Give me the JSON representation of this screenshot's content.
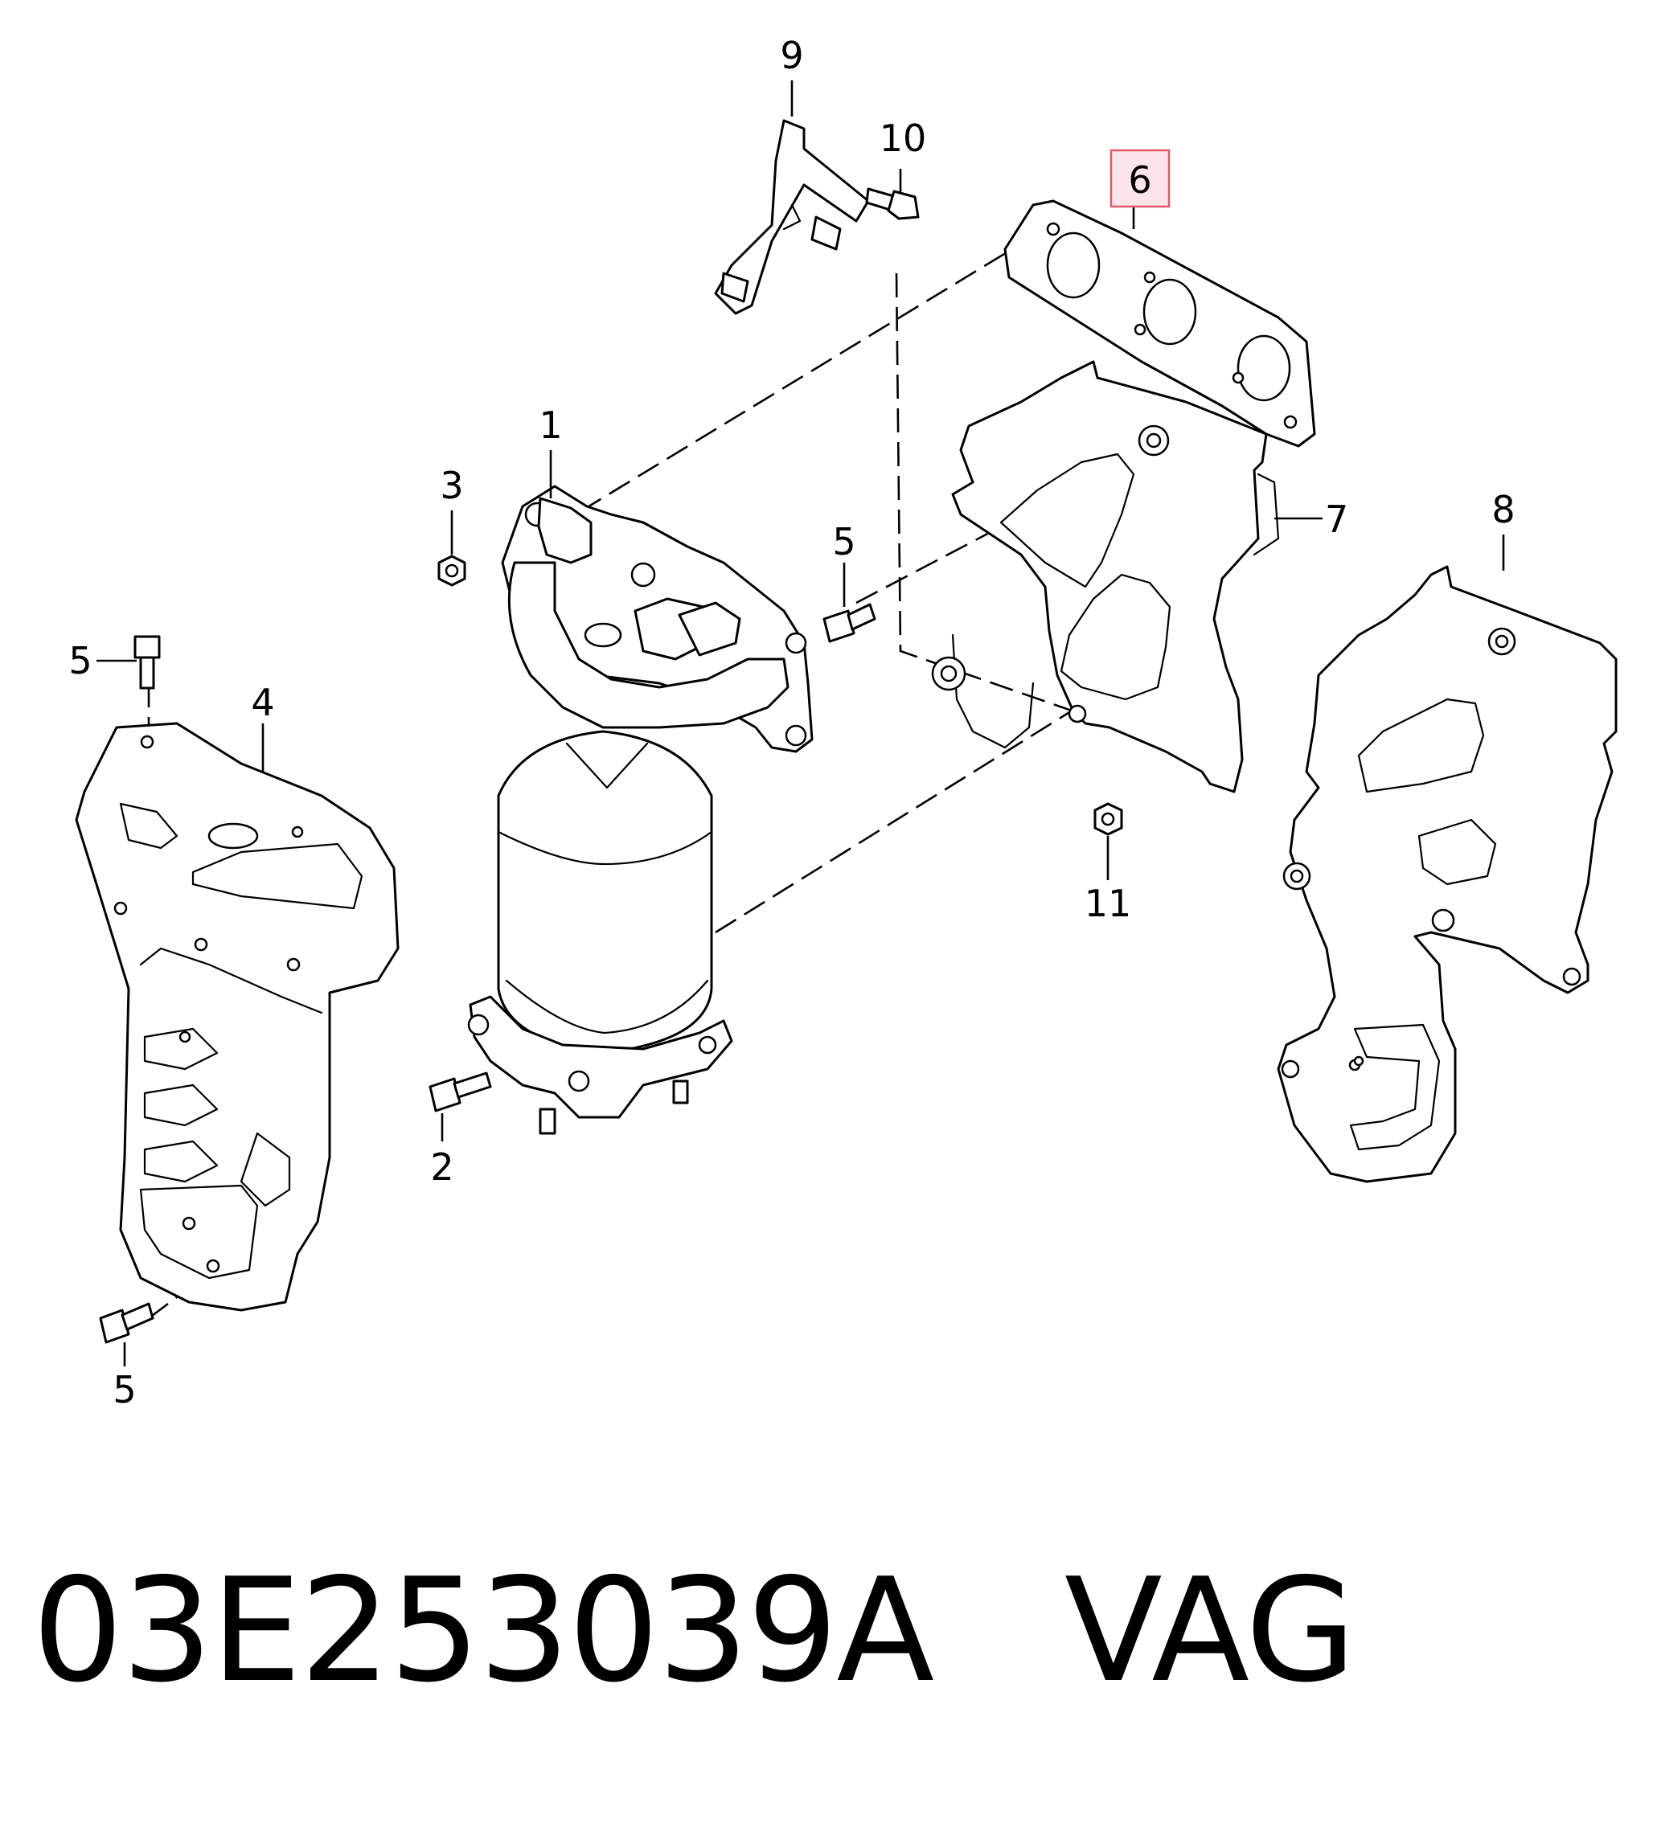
{
  "callouts": {
    "c1": "1",
    "c2": "2",
    "c3": "3",
    "c4": "4",
    "c5a": "5",
    "c5b": "5",
    "c5c": "5",
    "c6": "6",
    "c7": "7",
    "c8": "8",
    "c9": "9",
    "c10": "10",
    "c11": "11"
  },
  "highlight": {
    "part": "6",
    "fill": "#fde4ea",
    "stroke": "#e05a6a"
  },
  "caption": "03E253039A   VAG"
}
